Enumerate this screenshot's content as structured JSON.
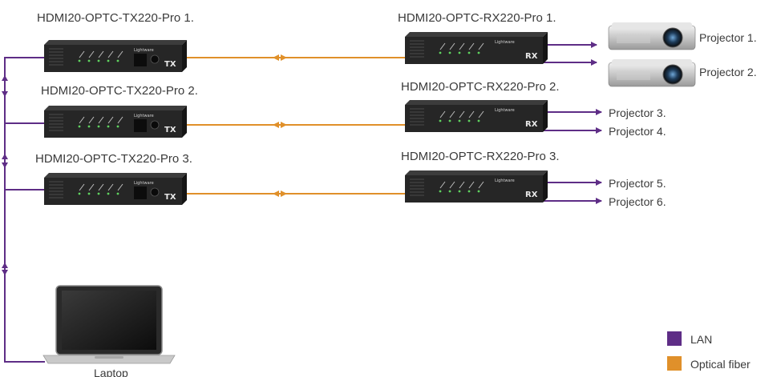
{
  "transmitters": [
    {
      "label": "HDMI20-OPTC-TX220-Pro 1."
    },
    {
      "label": "HDMI20-OPTC-TX220-Pro 2."
    },
    {
      "label": "HDMI20-OPTC-TX220-Pro 3."
    }
  ],
  "receivers": [
    {
      "label": "HDMI20-OPTC-RX220-Pro 1."
    },
    {
      "label": "HDMI20-OPTC-RX220-Pro 2."
    },
    {
      "label": "HDMI20-OPTC-RX220-Pro 3."
    }
  ],
  "projectors": [
    {
      "label": "Projector 1."
    },
    {
      "label": "Projector 2."
    },
    {
      "label": "Projector 3."
    },
    {
      "label": "Projector 4."
    },
    {
      "label": "Projector 5."
    },
    {
      "label": "Projector 6."
    }
  ],
  "laptop": {
    "label": "Laptop"
  },
  "device_brand": "Lightware",
  "tx_badge": "TX",
  "rx_badge": "RX",
  "legend": [
    {
      "label": "LAN",
      "color": "#5e2d86"
    },
    {
      "label": "Optical fiber",
      "color": "#e0902a"
    }
  ],
  "colors": {
    "lan": "#5e2d86",
    "fiber": "#e0902a"
  }
}
